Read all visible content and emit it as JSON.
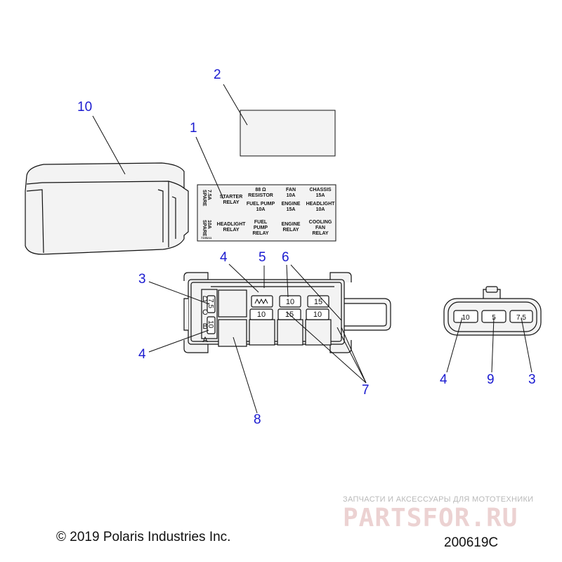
{
  "callouts": {
    "c1": "1",
    "c2": "2",
    "c3a": "3",
    "c3b": "3",
    "c4a": "4",
    "c4b": "4",
    "c4c": "4",
    "c5": "5",
    "c6": "6",
    "c7": "7",
    "c8": "8",
    "c9": "9",
    "c10": "10"
  },
  "label_card": {
    "spare1_a": "7.5A",
    "spare1_b": "SPARE",
    "spare2_a": "10A",
    "spare2_b": "SPARE",
    "starter_1": "STARTER",
    "starter_2": "RELAY",
    "resistor_1": "88 Ω",
    "resistor_2": "RESISTOR",
    "fan_1": "FAN",
    "fan_2": "10A",
    "chassis_1": "CHASSIS",
    "chassis_2": "15A",
    "fuelpump_1": "FUEL PUMP",
    "fuelpump_2": "10A",
    "engine_1": "ENGINE",
    "engine_2": "15A",
    "headlight_1": "HEADLIGHT",
    "headlight_2": "10A",
    "hlrelay_1": "HEADLIGHT",
    "hlrelay_2": "RELAY",
    "fprelay_1": "FUEL",
    "fprelay_2": "PUMP",
    "fprelay_3": "RELAY",
    "engrelay_1": "ENGINE",
    "engrelay_2": "RELAY",
    "cool_1": "COOLING",
    "cool_2": "FAN",
    "cool_3": "RELAY",
    "code": "7105211"
  },
  "fuse_box": {
    "row_letters": [
      "D",
      "C",
      "B",
      "A"
    ],
    "side_fuse_top": "7.5",
    "side_fuse_bottom": "10",
    "fuse_top_mid": "10",
    "fuse_top_right": "15",
    "fuse_low_left": "10",
    "fuse_low_mid": "15",
    "fuse_low_right": "10"
  },
  "connector": {
    "fuse_left": "10",
    "fuse_mid": "5",
    "fuse_right": "7.5"
  },
  "footer": {
    "copyright": "© 2019 Polaris Industries Inc.",
    "part_number": "200619C"
  },
  "watermark": {
    "tagline": "ЗАПЧАСТИ И АКСЕССУАРЫ ДЛЯ МОТОТЕХНИКИ",
    "brand": "PARTSFOR.RU"
  },
  "colors": {
    "callout": "#1a1ad0",
    "line": "#111111",
    "fill": "#f3f3f3"
  }
}
